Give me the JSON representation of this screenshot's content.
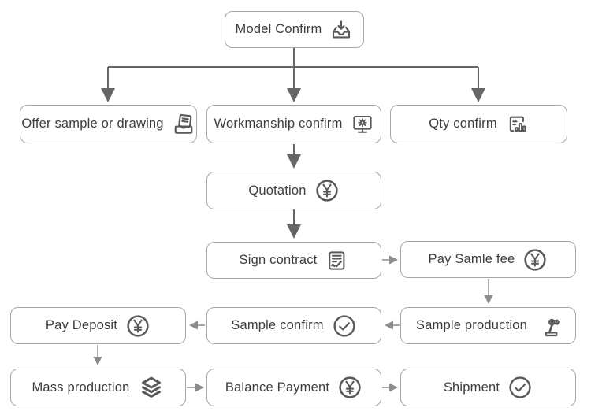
{
  "diagram": {
    "type": "flowchart",
    "colors": {
      "background": "#ffffff",
      "node_border": "#a6a6a6",
      "node_fill": "#ffffff",
      "text": "#3d3d3d",
      "icon": "#595959",
      "arrow_thick": "#666666",
      "arrow_thin": "#8c8c8c"
    },
    "nodes": {
      "model_confirm": {
        "label": "Model Confirm",
        "icon": "download-tray-icon"
      },
      "offer_sample": {
        "label": "Offer sample or drawing",
        "icon": "fax-document-icon"
      },
      "workmanship": {
        "label": "Workmanship confirm",
        "icon": "monitor-gear-icon"
      },
      "qty_confirm": {
        "label": "Qty confirm",
        "icon": "document-bar-chart-icon"
      },
      "quotation": {
        "label": "Quotation",
        "icon": "yen-circle-icon"
      },
      "sign_contract": {
        "label": "Sign contract",
        "icon": "contract-signature-icon"
      },
      "pay_sample_fee": {
        "label": "Pay Samle fee",
        "icon": "yen-circle-icon"
      },
      "pay_deposit": {
        "label": "Pay Deposit",
        "icon": "yen-circle-icon"
      },
      "sample_confirm": {
        "label": "Sample confirm",
        "icon": "check-circle-icon"
      },
      "sample_production": {
        "label": "Sample production",
        "icon": "robot-arm-icon"
      },
      "mass_production": {
        "label": "Mass production",
        "icon": "layers-stack-icon"
      },
      "balance_payment": {
        "label": "Balance Payment",
        "icon": "yen-circle-icon"
      },
      "shipment": {
        "label": "Shipment",
        "icon": "check-circle-icon"
      }
    },
    "edges": [
      {
        "from": "Model Confirm",
        "to": "Offer sample or drawing"
      },
      {
        "from": "Model Confirm",
        "to": "Workmanship confirm"
      },
      {
        "from": "Model Confirm",
        "to": "Qty confirm"
      },
      {
        "from": "Workmanship confirm",
        "to": "Quotation"
      },
      {
        "from": "Quotation",
        "to": "Sign contract"
      },
      {
        "from": "Sign contract",
        "to": "Pay Samle fee"
      },
      {
        "from": "Pay Samle fee",
        "to": "Sample production"
      },
      {
        "from": "Sample production",
        "to": "Sample confirm"
      },
      {
        "from": "Sample confirm",
        "to": "Pay Deposit"
      },
      {
        "from": "Pay Deposit",
        "to": "Mass production"
      },
      {
        "from": "Mass production",
        "to": "Balance Payment"
      },
      {
        "from": "Balance Payment",
        "to": "Shipment"
      }
    ]
  }
}
